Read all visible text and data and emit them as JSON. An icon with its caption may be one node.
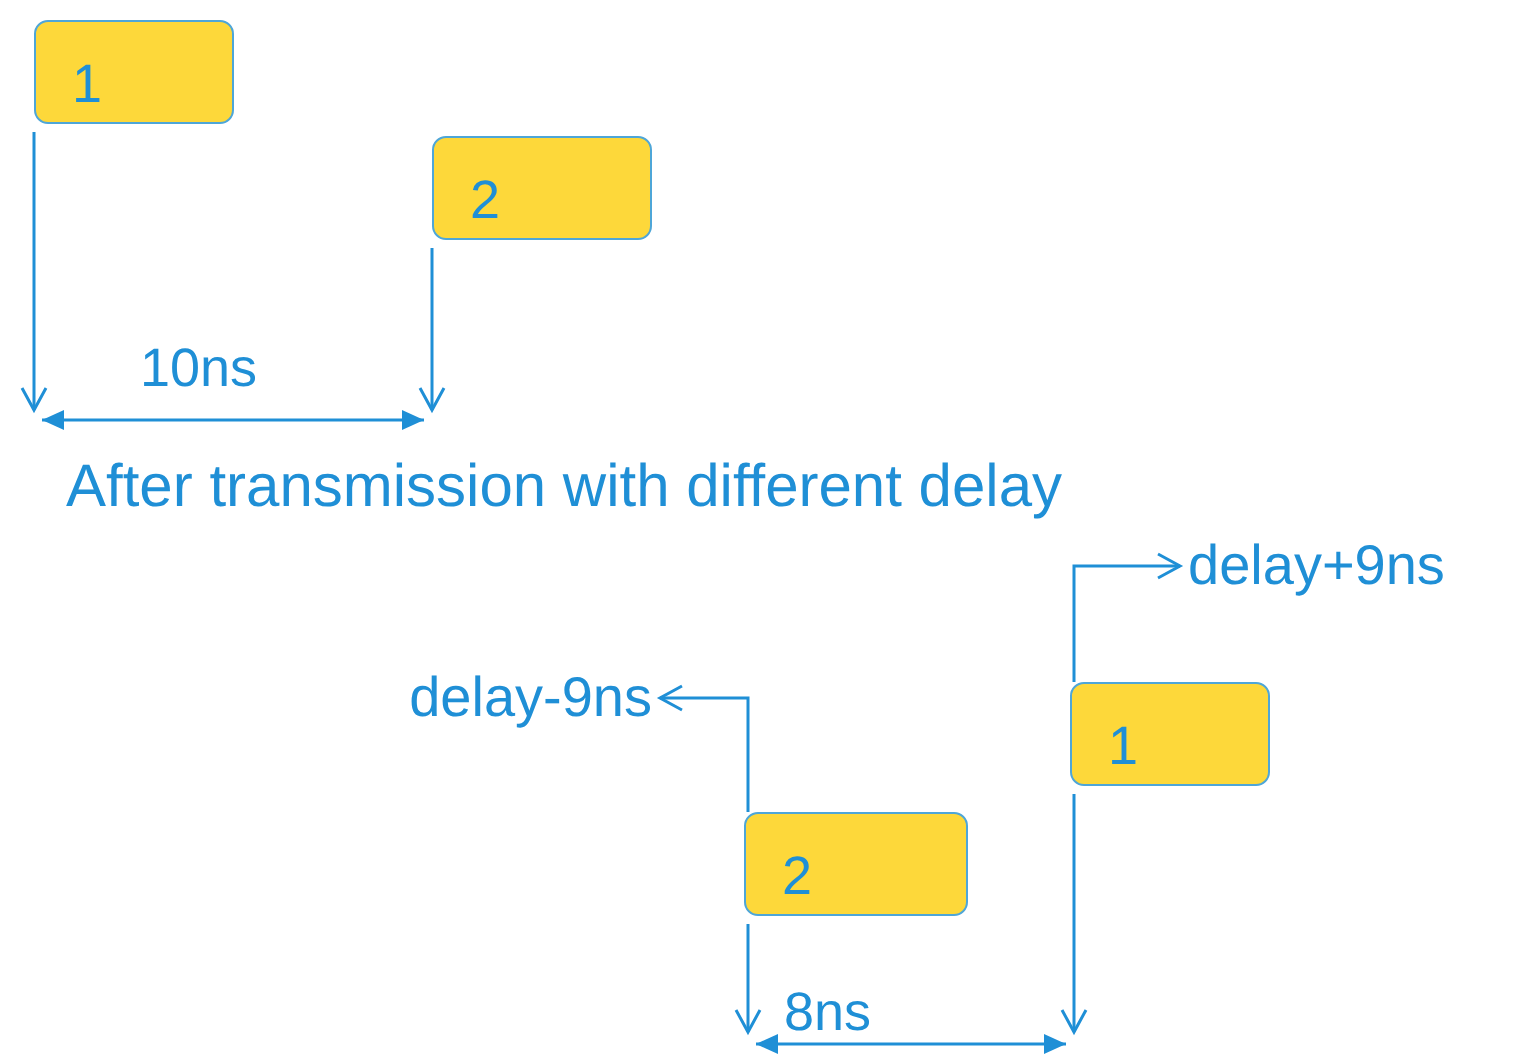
{
  "diagram": {
    "nodes": [
      {
        "text": [
          "1"
        ]
      },
      {
        "text": [
          "2"
        ]
      },
      {
        "text": [
          "delay+9ns"
        ]
      },
      {
        "text": [
          "1"
        ]
      },
      {
        "text": [
          "delay-9ns"
        ]
      },
      {
        "text": [
          "2"
        ]
      }
    ],
    "edges": [
      {
        "from": 3,
        "to": 2,
        "arrow": "to"
      },
      {
        "from": 5,
        "to": 4,
        "arrow": "to"
      }
    ],
    "labels": [
      "10ns",
      "After transmission with different delay",
      "8ns"
    ]
  }
}
